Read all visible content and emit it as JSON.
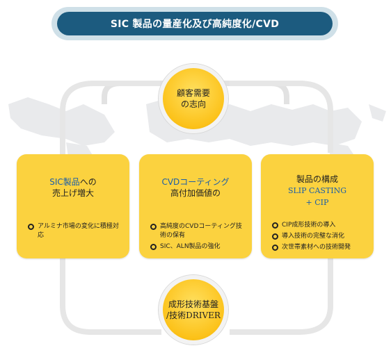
{
  "title": "SIC 製品の量産化及び高純度化/CVD",
  "top_circle": {
    "line1": "顧客需要",
    "line2": "の志向"
  },
  "bottom_circle": {
    "line1": "成形技術基盤",
    "line2": "/技術DRIVER"
  },
  "cards": [
    {
      "title_blue": "SIC製品",
      "title_rest": "への",
      "title_line2": "売上げ増大",
      "bullets": [
        "アルミナ市場の変化に積極対応"
      ]
    },
    {
      "title_blue": "CVDコーティング",
      "title_line2": "高付加価値の",
      "bullets": [
        "高純度のCVDコーティング技術の保有",
        "SIC、ALN製品の強化"
      ]
    },
    {
      "title_line1": "製品の構成",
      "title_blue2": "SLIP CASTING",
      "title_blue3": "+ CIP",
      "bullets": [
        "CIP成形技術の導入",
        "導入技術の完璧な消化",
        "次世帯素材への技術開発"
      ]
    }
  ]
}
